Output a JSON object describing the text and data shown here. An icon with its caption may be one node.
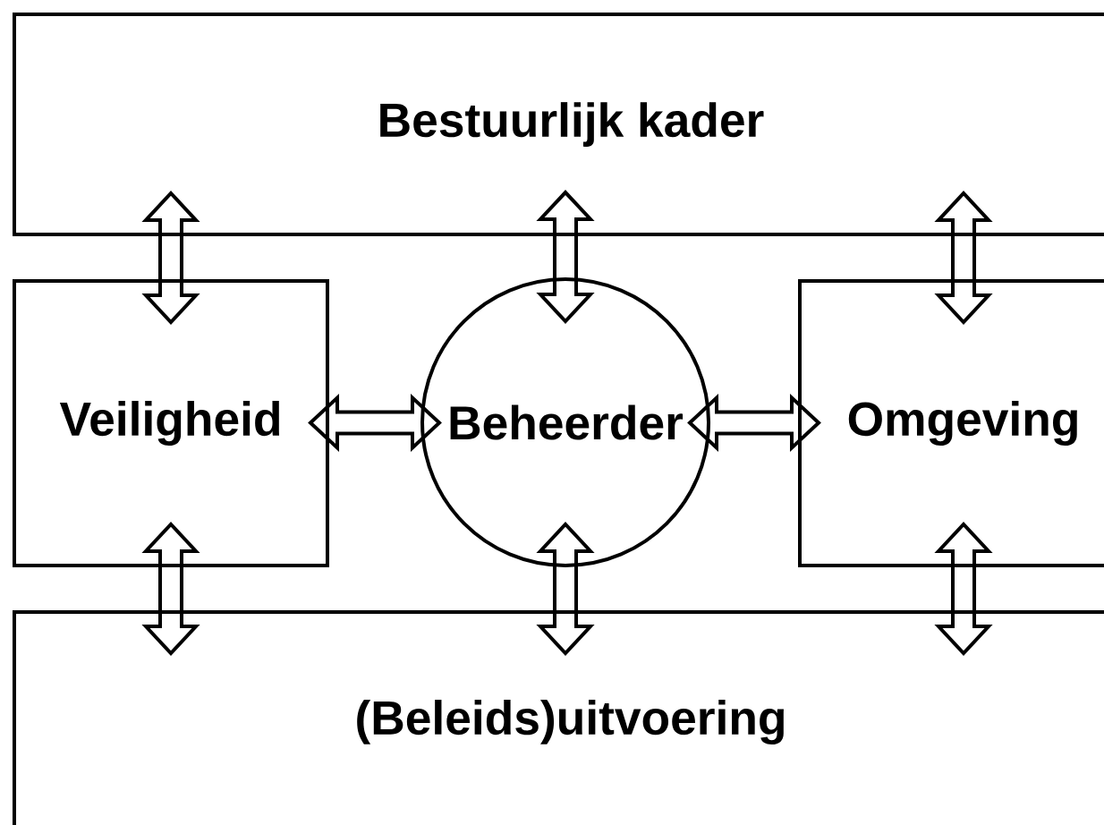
{
  "diagram": {
    "nodes": [
      {
        "text": [
          "Bestuurlijk kader"
        ]
      },
      {
        "text": [
          "Veiligheid"
        ]
      },
      {
        "text": [
          "Beheerder"
        ]
      },
      {
        "text": [
          "Omgeving"
        ]
      },
      {
        "text": [
          "(Beleids)uitvoering"
        ]
      }
    ],
    "edges": [
      {
        "from": 0,
        "to": 1,
        "arrow": "both"
      },
      {
        "from": 0,
        "to": 2,
        "arrow": "both"
      },
      {
        "from": 0,
        "to": 3,
        "arrow": "both"
      },
      {
        "from": 1,
        "to": 2,
        "arrow": "both"
      },
      {
        "from": 2,
        "to": 3,
        "arrow": "both"
      },
      {
        "from": 1,
        "to": 4,
        "arrow": "both"
      },
      {
        "from": 2,
        "to": 4,
        "arrow": "both"
      },
      {
        "from": 3,
        "to": 4,
        "arrow": "both"
      }
    ]
  }
}
